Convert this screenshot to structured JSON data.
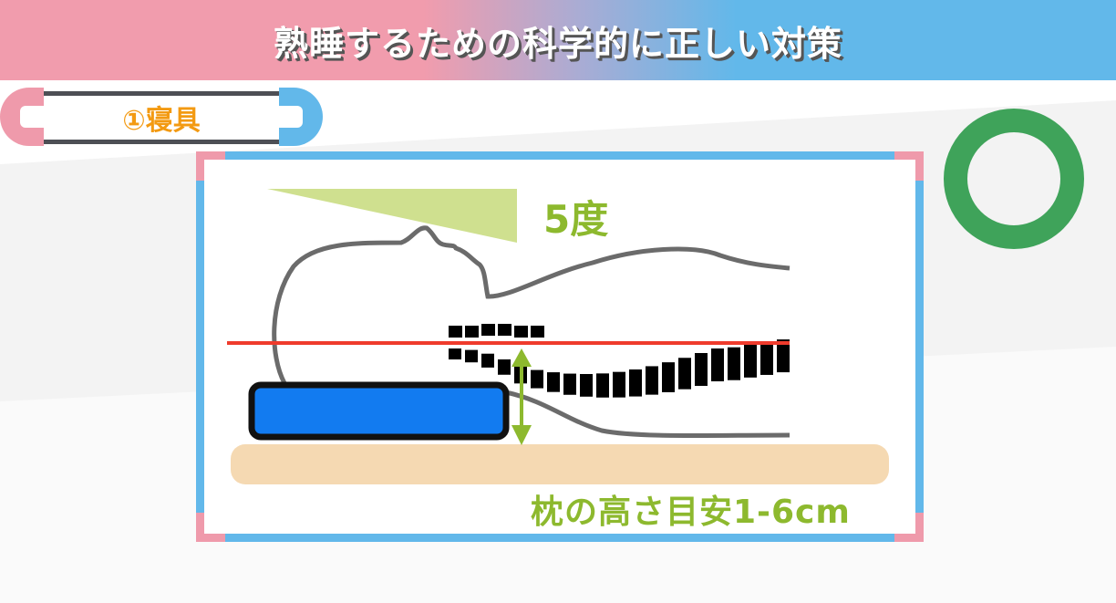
{
  "header": {
    "title": "熟睡するための科学的に正しい対策"
  },
  "section": {
    "label": "①寝具"
  },
  "diagram": {
    "angle_label": "5度",
    "pillow_height_label": "枕の高さ目安1-6cm"
  },
  "status_icon": {
    "name": "circle-correct-icon",
    "color": "#3fa35a"
  },
  "colors": {
    "pink": "#ef9aab",
    "blue": "#62b8ea",
    "green": "#8db92e",
    "pillow": "#127bf0",
    "accent": "#f39a12"
  }
}
